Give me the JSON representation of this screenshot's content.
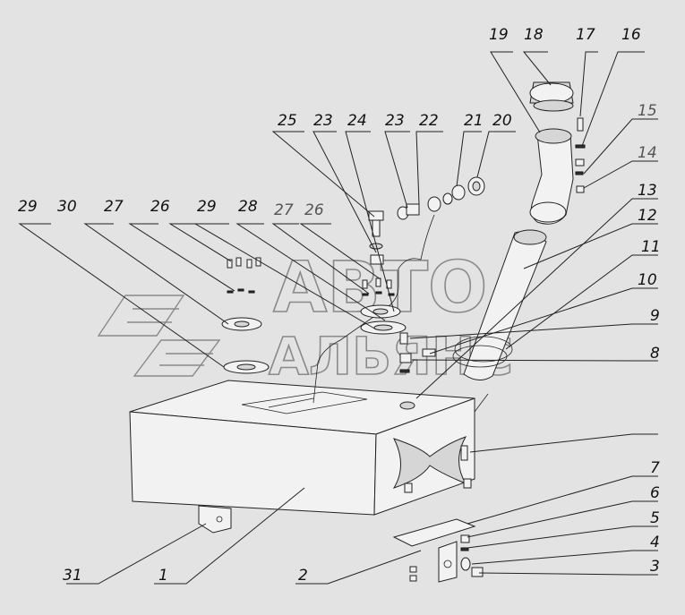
{
  "watermark": {
    "line1": "АВТО",
    "line2": "АЛЬЯНС"
  },
  "labels": [
    "1",
    "2",
    "3",
    "4",
    "5",
    "6",
    "7",
    "8",
    "9",
    "10",
    "11",
    "12",
    "13",
    "14",
    "15",
    "16",
    "17",
    "18",
    "19",
    "20",
    "21",
    "22",
    "23",
    "23",
    "24",
    "25",
    "26",
    "26",
    "27",
    "27",
    "28",
    "29",
    "29",
    "30",
    "31"
  ]
}
